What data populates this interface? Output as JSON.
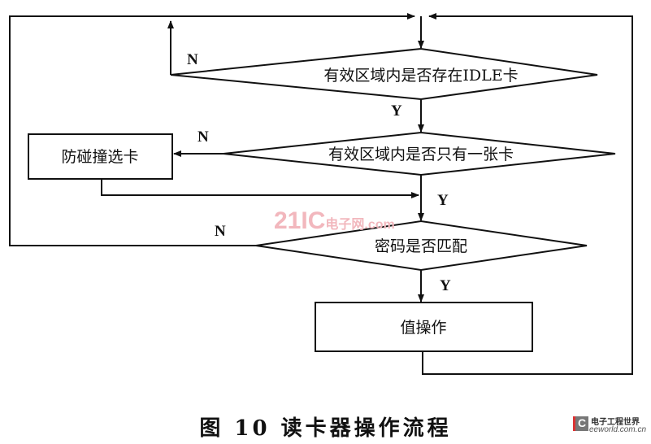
{
  "nodes": {
    "decision1": "有效区域内是否存在IDLE卡",
    "decision2": "有效区域内是否只有一张卡",
    "anticollision": "防碰撞选卡",
    "decision3": "密码是否匹配",
    "value_op": "值操作"
  },
  "labels": {
    "yes": "Y",
    "no": "N"
  },
  "caption": "图 10   读卡器操作流程",
  "watermark": {
    "main": "21IC",
    "sub": "电子网",
    "domain": ".com"
  },
  "logo": {
    "title": "电子工程世界",
    "domain": "eeworld.com.cn"
  }
}
